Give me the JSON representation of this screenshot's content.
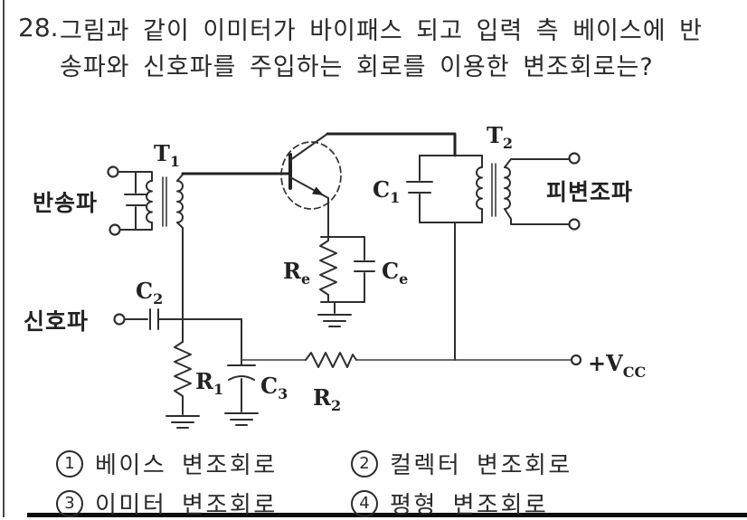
{
  "question": {
    "number": "28.",
    "line1": "그림과 같이 이미터가 바이패스 되고 입력 측 베이스에 반",
    "line2": "송파와 신호파를 주입하는 회로를 이용한 변조회로는?"
  },
  "circuit": {
    "labels": {
      "carrier_input": "반송파",
      "signal_input": "신호파",
      "modulated_output": "피변조파"
    },
    "components": {
      "t1": {
        "base": "T",
        "sub": "1"
      },
      "t2": {
        "base": "T",
        "sub": "2"
      },
      "c1": {
        "base": "C",
        "sub": "1"
      },
      "c2": {
        "base": "C",
        "sub": "2"
      },
      "c3": {
        "base": "C",
        "sub": "3"
      },
      "ce": {
        "base": "C",
        "sub": "e"
      },
      "re": {
        "base": "R",
        "sub": "e"
      },
      "r1": {
        "base": "R",
        "sub": "1"
      },
      "r2": {
        "base": "R",
        "sub": "2"
      },
      "vcc": {
        "base": "+V",
        "sub": "CC"
      }
    }
  },
  "options": [
    {
      "number": "1",
      "label": "베이스 변조회로"
    },
    {
      "number": "2",
      "label": "컬렉터 변조회로"
    },
    {
      "number": "3",
      "label": "이미터 변조회로"
    },
    {
      "number": "4",
      "label": "평형 변조회로"
    }
  ],
  "colors": {
    "ink": "#282828",
    "line": "#2e2e2e",
    "background": "#fefefe"
  }
}
